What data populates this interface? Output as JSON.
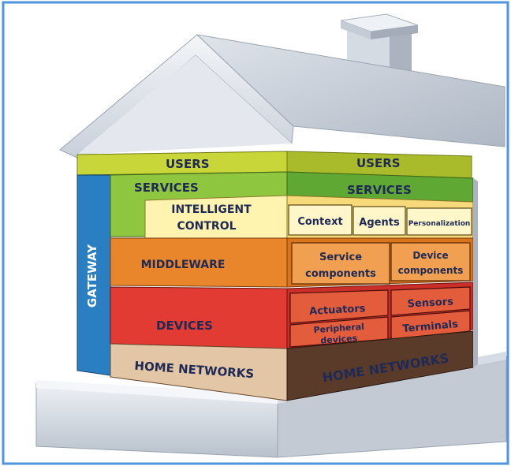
{
  "left": {
    "users": "USERS",
    "services": "SERVICES",
    "intelligent_control": [
      "INTELLIGENT",
      "CONTROL"
    ],
    "middleware": "MIDDLEWARE",
    "devices": "DEVICES",
    "home_networks": "HOME NETWORKS",
    "gateway": "GATEWAY"
  },
  "right": {
    "users": "USERS",
    "services": "SERVICES",
    "control_boxes": [
      "Context",
      "Agents",
      "Personalization"
    ],
    "middleware_boxes": [
      [
        "Service",
        "components"
      ],
      [
        "Device",
        "components"
      ]
    ],
    "device_boxes": {
      "actuators": "Actuators",
      "sensors": "Sensors",
      "peripheral": [
        "Peripheral",
        "devices"
      ],
      "terminals": "Terminals"
    },
    "home_networks": "HOME NETWORKS"
  },
  "colors": {
    "users": "#c8d63a",
    "services": "#8ec63f",
    "control": "#fff3b0",
    "middleware": "#e9852b",
    "devices": "#e23b34",
    "home_networks_left": "#e3c6a6",
    "home_networks_right": "#5a3b2a",
    "gateway": "#2a7fc2",
    "roof": "#d8dde6",
    "wall": "#e8ebf0",
    "frame": "#3c8fd9"
  }
}
